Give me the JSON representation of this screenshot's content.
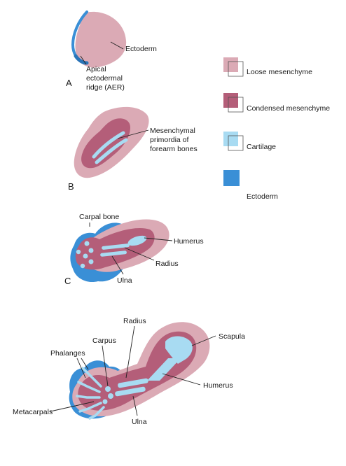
{
  "colors": {
    "loose_mesenchyme": "#dbaab5",
    "condensed_mesenchyme": "#b45e79",
    "cartilage": "#a8dbf2",
    "ectoderm": "#3a8fd6"
  },
  "legend": [
    {
      "label": "Loose mesenchyme",
      "color": "#dbaab5"
    },
    {
      "label": "Condensed mesenchyme",
      "color": "#b45e79"
    },
    {
      "label": "Cartilage",
      "color": "#a8dbf2"
    },
    {
      "label": "Ectoderm",
      "color": "#3a8fd6"
    }
  ],
  "panels": {
    "a": {
      "letter": "A",
      "ectoderm": "Ectoderm",
      "aer": [
        "Apical",
        "ectodermal",
        "ridge (AER)"
      ]
    },
    "b": {
      "letter": "B",
      "primordia": [
        "Mesenchymal",
        "primordia of",
        "forearm bones"
      ]
    },
    "c": {
      "letter": "C",
      "carpal": "Carpal bone",
      "humerus": "Humerus",
      "radius": "Radius",
      "ulna": "Ulna"
    },
    "d": {
      "radius": "Radius",
      "carpus": "Carpus",
      "scapula": "Scapula",
      "phalanges": "Phalanges",
      "humerus": "Humerus",
      "metacarpals": "Metacarpals",
      "ulna": "Ulna"
    }
  }
}
